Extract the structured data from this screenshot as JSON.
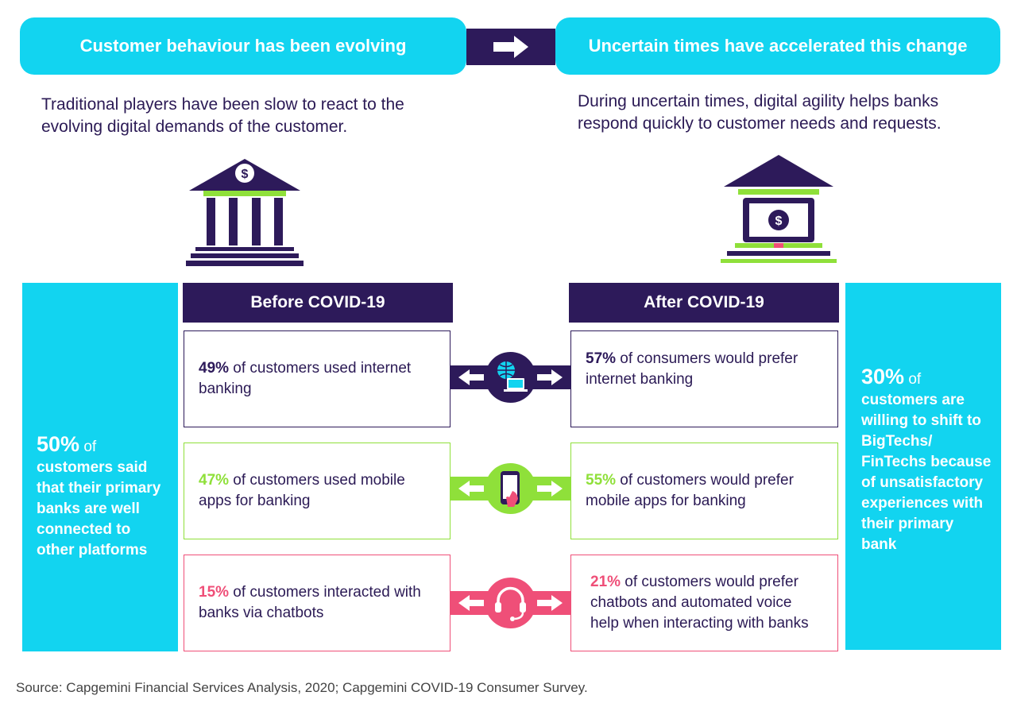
{
  "top": {
    "left_pill": "Customer behaviour has been evolving",
    "right_pill": "Uncertain times have accelerated this change",
    "left_intro": "Traditional players have been slow to react to the evolving digital demands of the customer.",
    "right_intro": "During uncertain times, digital agility helps banks respond quickly to customer needs and requests."
  },
  "left_side": {
    "pct": "50%",
    "of": "of",
    "text": "customers said that their primary banks are well connected to other platforms"
  },
  "right_side": {
    "pct": "30%",
    "of": "of",
    "text": "customers are willing to shift to BigTechs/ FinTechs because of unsatisfactory experiences with their primary bank"
  },
  "before_header": "Before COVID-19",
  "after_header": "After COVID-19",
  "rows": [
    {
      "color": "#2d1a5a",
      "icon": "globe-laptop-icon",
      "before_pct": "49%",
      "before_text": " of customers used internet banking",
      "after_pct": "57%",
      "after_text": " of consumers would prefer internet banking"
    },
    {
      "color": "#8fe03a",
      "icon": "mobile-phone-icon",
      "before_pct": "47%",
      "before_text": " of customers used mobile apps for banking",
      "after_pct": "55%",
      "after_text": " of customers would prefer mobile apps for banking"
    },
    {
      "color": "#ef4f78",
      "icon": "headset-icon",
      "before_pct": "15%",
      "before_text": " of customers interacted with banks via chatbots",
      "after_pct": "21%",
      "after_text": " of customers would prefer chatbots and automated voice help when interacting with banks"
    }
  ],
  "source": "Source: Capgemini Financial Services Analysis, 2020; Capgemini COVID-19 Consumer Survey.",
  "colors": {
    "cyan": "#12d4f0",
    "purple": "#2d1a5a",
    "green": "#8fe03a",
    "pink": "#ef4f78"
  },
  "icons": {
    "arrow": "right-arrow-icon",
    "bank": "bank-building-icon",
    "digital_bank": "laptop-bank-icon"
  }
}
